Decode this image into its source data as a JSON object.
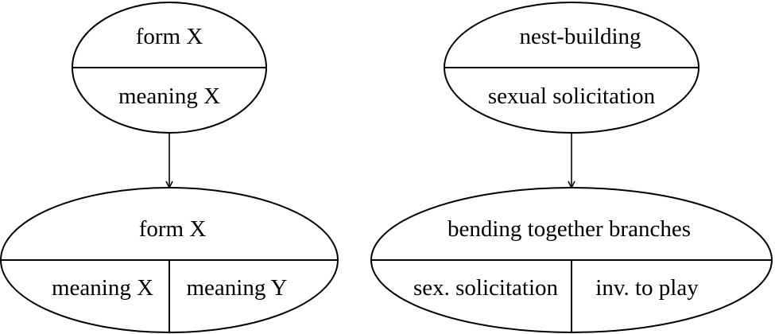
{
  "diagram": {
    "colors": {
      "stroke": "#000000",
      "text": "#000000",
      "background": "#ffffff"
    },
    "left": {
      "top_node": {
        "form": "form X",
        "meaning": "meaning X"
      },
      "bottom_node": {
        "form": "form X",
        "meaning_left": "meaning X",
        "meaning_right": "meaning Y"
      }
    },
    "right": {
      "top_node": {
        "form": "nest-building",
        "meaning": "sexual solicitation"
      },
      "bottom_node": {
        "form": "bending together branches",
        "meaning_left": "sex. solicitation",
        "meaning_right": "inv. to play"
      }
    }
  }
}
